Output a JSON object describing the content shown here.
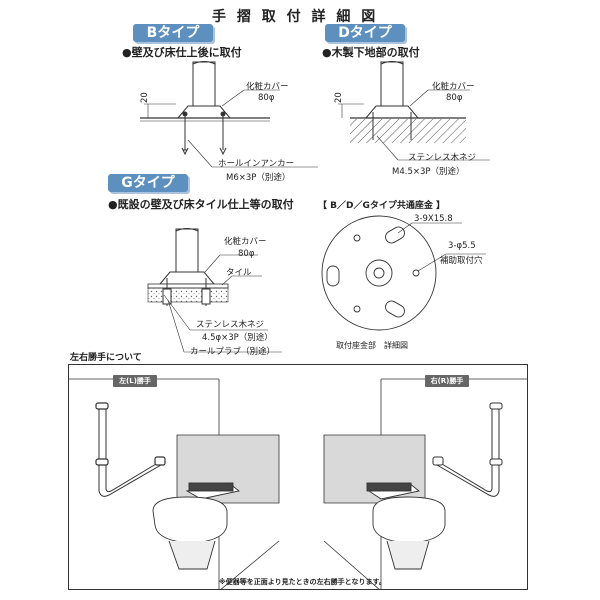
{
  "title": "手 摺 取 付 詳 細 図",
  "b_type": {
    "badge": "Bタイプ",
    "desc": "●壁及び床仕上後に取付",
    "cover_label": "化粧カバー",
    "cover_size": "80φ",
    "height": "20",
    "anchor_label": "ホールインアンカー",
    "anchor_size": "M6×3P（別途）"
  },
  "d_type": {
    "badge": "Dタイプ",
    "desc": "●木製下地部の取付",
    "cover_label": "化粧カバー",
    "cover_size": "80φ",
    "height": "20",
    "screw_label": "ステンレス木ネジ",
    "screw_size": "M4.5×3P（別途）"
  },
  "g_type": {
    "badge": "Gタイプ",
    "desc": "●既設の壁及び床タイル仕上等の取付",
    "cover_label": "化粧カバー",
    "cover_size": "80φ",
    "tile_label": "タイル",
    "screw_label": "ステンレス木ネジ",
    "screw_size": "4.5φ×3P（別途）",
    "plug_label": "カールプラブ（別途）"
  },
  "common_plate": {
    "title": "【 B／D／Gタイプ共通座金 】",
    "hole1": "3-9X15.8",
    "hole2": "3-φ5.5",
    "hole2_desc": "補助取付穴",
    "caption": "取付座金部　詳細図"
  },
  "hand": {
    "title": "左右勝手について",
    "left_badge": "左(L)勝手",
    "right_badge": "右(R)勝手",
    "note": "※便器等を正面より見たときの左右勝手となります。"
  },
  "colors": {
    "badge": "#5d8fbf",
    "badge_shadow": "#aac3de",
    "room_badge": "#666666",
    "wall_shade": "#d9d9d9"
  }
}
